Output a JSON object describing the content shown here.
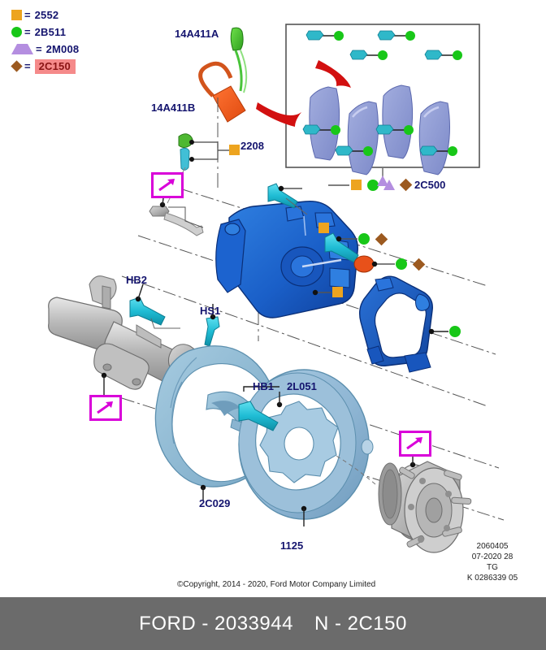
{
  "legend": {
    "items": [
      {
        "symbol": "square",
        "color": "#eda41f",
        "code": "2552",
        "highlight": false
      },
      {
        "symbol": "circle",
        "color": "#18c718",
        "code": "2B511",
        "highlight": false
      },
      {
        "symbol": "triangle",
        "color": "#b48ee0",
        "code": "2M008",
        "highlight": false
      },
      {
        "symbol": "diamond",
        "color": "#9c5a20",
        "code": "2C150",
        "highlight": true
      }
    ],
    "equals": "="
  },
  "labels": {
    "sensor_a": "14A411A",
    "sensor_b": "14A411B",
    "clip_2208": "2208",
    "caliper_2c500": "2C500",
    "axle_bolt_hb2": "HB2",
    "screw_hs1": "HS1",
    "bolt_hb1": "HB1",
    "rotor_screw_2l051": "2L051",
    "shield_2c029": "2C029",
    "rotor_1125": "1125"
  },
  "meta": {
    "drawing_number": "2060405",
    "date_code": "07-2020 28",
    "plant": "TG",
    "reference": "K 0286339 05"
  },
  "copyright": "©Copyright, 2014 - 2020, Ford Motor Company Limited",
  "footer": {
    "brand_part": "FORD - 2033944",
    "section": "N - 2C150"
  },
  "colors": {
    "label_blue": "#14146e",
    "legend_orange": "#eda41f",
    "legend_green": "#18c718",
    "legend_purple": "#b48ee0",
    "legend_brown": "#9c5a20",
    "highlight_pink": "#f58a8a",
    "zoom_magenta": "#d900d9",
    "caliper_blue": "#1a5fc8",
    "rotor_blue": "#8fb6d4",
    "pad_blue": "#8a96d6",
    "bolt_cyan": "#1fbcd4",
    "arrow_red": "#d21010",
    "footer_gray": "#6b6b6b"
  }
}
